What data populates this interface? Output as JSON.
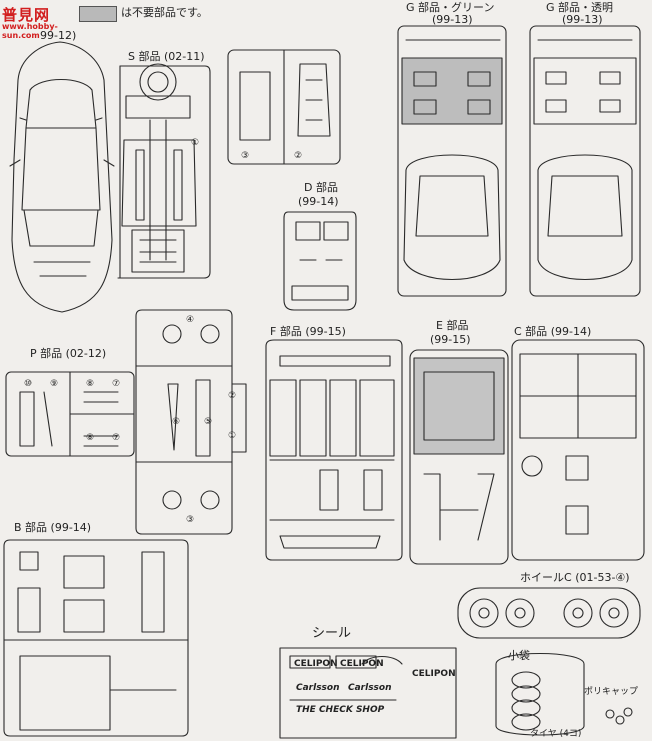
{
  "header": {
    "logo_cn": "普見网",
    "logo_url": "www.hobby-sun.com",
    "legend_text": "は不要部品です。",
    "legend_label_partial": "99-12)"
  },
  "frames": {
    "s": {
      "title": "S 部品",
      "code": "(02-11)"
    },
    "g_green": {
      "title": "G 部品・グリーン",
      "code": "(99-13)"
    },
    "g_clear": {
      "title": "G 部品・透明",
      "code": "(99-13)"
    },
    "d": {
      "title": "D 部品",
      "code": "(99-14)"
    },
    "p": {
      "title": "P 部品",
      "code": "(02-12)"
    },
    "f": {
      "title": "F 部品",
      "code": "(99-15)"
    },
    "e": {
      "title": "E 部品",
      "code": "(99-15)"
    },
    "c": {
      "title": "C 部品",
      "code": "(99-14)"
    },
    "b": {
      "title": "B 部品",
      "code": "(99-14)"
    },
    "wheel": {
      "title": "ホイールC",
      "code": "(01-53-④)"
    }
  },
  "seal": {
    "title": "シール",
    "shop_name": "THE CHECK SHOP",
    "brand1": "CELIPON",
    "brand2": "Carlsson"
  },
  "bag": {
    "title": "小袋",
    "polycap": "ポリキャップ",
    "tire": "タイヤ (4コ)"
  },
  "numbers": {
    "n1": "①",
    "n2": "②",
    "n3": "③",
    "n4": "④",
    "n5": "⑤",
    "n6": "⑥",
    "n7": "⑦",
    "n8": "⑧",
    "n9": "⑨",
    "n10": "⑩"
  }
}
